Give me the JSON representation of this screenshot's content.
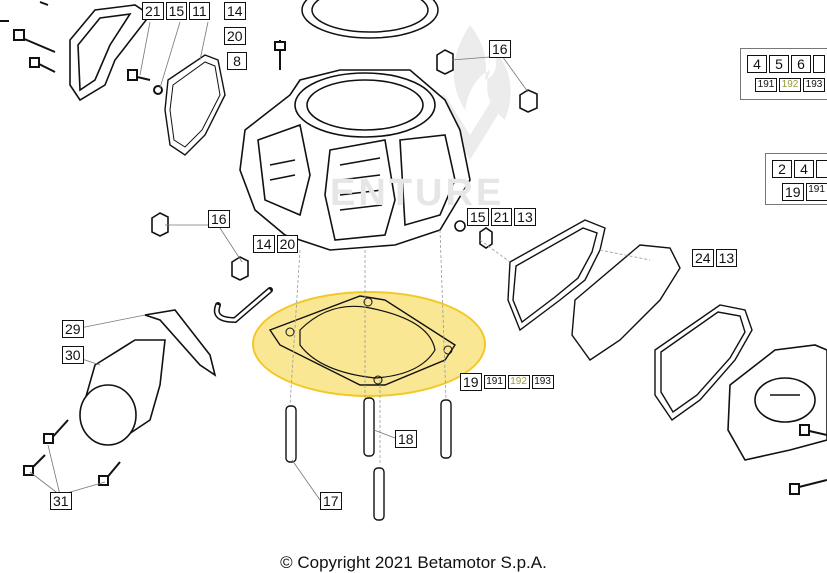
{
  "watermark": "ENTURE",
  "copyright": "© Copyright 2021 Betamotor S.p.A.",
  "callouts": {
    "c21": "21",
    "c15": "15",
    "c11": "11",
    "c14": "14",
    "c20": "20",
    "c8": "8",
    "c16a": "16",
    "c16b": "16",
    "c14b": "14",
    "c20b": "20",
    "c15b": "15",
    "c21b": "21",
    "c13": "13",
    "c24": "24",
    "c13b": "13",
    "c29": "29",
    "c30": "30",
    "c31": "31",
    "c19": "19",
    "c191": "191",
    "c192": "192",
    "c193": "193",
    "c18": "18",
    "c17": "17",
    "r4": "4",
    "r5": "5",
    "r6": "6",
    "r191": "191",
    "r192": "192",
    "r193": "193",
    "r2": "2",
    "r4b": "4",
    "r19": "19",
    "r191b": "191"
  },
  "colors": {
    "highlight": "#f5d33a",
    "highlight_text": "#9a9a3a",
    "line": "#111111"
  }
}
